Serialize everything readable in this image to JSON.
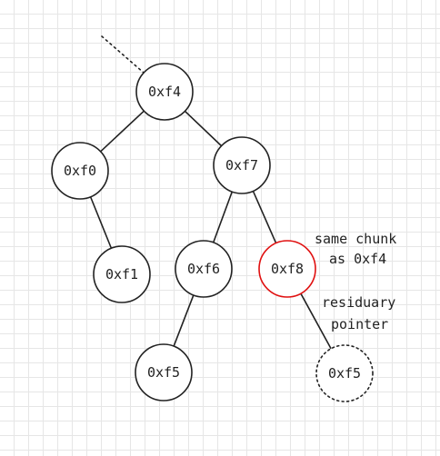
{
  "colors": {
    "node_stroke": "#222222",
    "highlight_stroke": "#e01010",
    "edge": "#222222"
  },
  "nodes": {
    "f4": {
      "label": "0xf4",
      "style": "solid"
    },
    "f0": {
      "label": "0xf0",
      "style": "solid"
    },
    "f7": {
      "label": "0xf7",
      "style": "solid"
    },
    "f1": {
      "label": "0xf1",
      "style": "solid"
    },
    "f6": {
      "label": "0xf6",
      "style": "solid"
    },
    "f8": {
      "label": "0xf8",
      "style": "highlight"
    },
    "f5": {
      "label": "0xf5",
      "style": "solid"
    },
    "f5_ghost": {
      "label": "0xf5",
      "style": "dotted"
    }
  },
  "edges": [
    {
      "from": "f4",
      "to": "f0"
    },
    {
      "from": "f4",
      "to": "f7"
    },
    {
      "from": "f0",
      "to": "f1"
    },
    {
      "from": "f7",
      "to": "f6"
    },
    {
      "from": "f7",
      "to": "f8"
    },
    {
      "from": "f6",
      "to": "f5"
    },
    {
      "from": "f8",
      "to": "f5_ghost"
    }
  ],
  "annotations": {
    "same_chunk": [
      "same chunk",
      "as 0xf4"
    ],
    "residuary": [
      "residuary",
      "pointer"
    ]
  }
}
